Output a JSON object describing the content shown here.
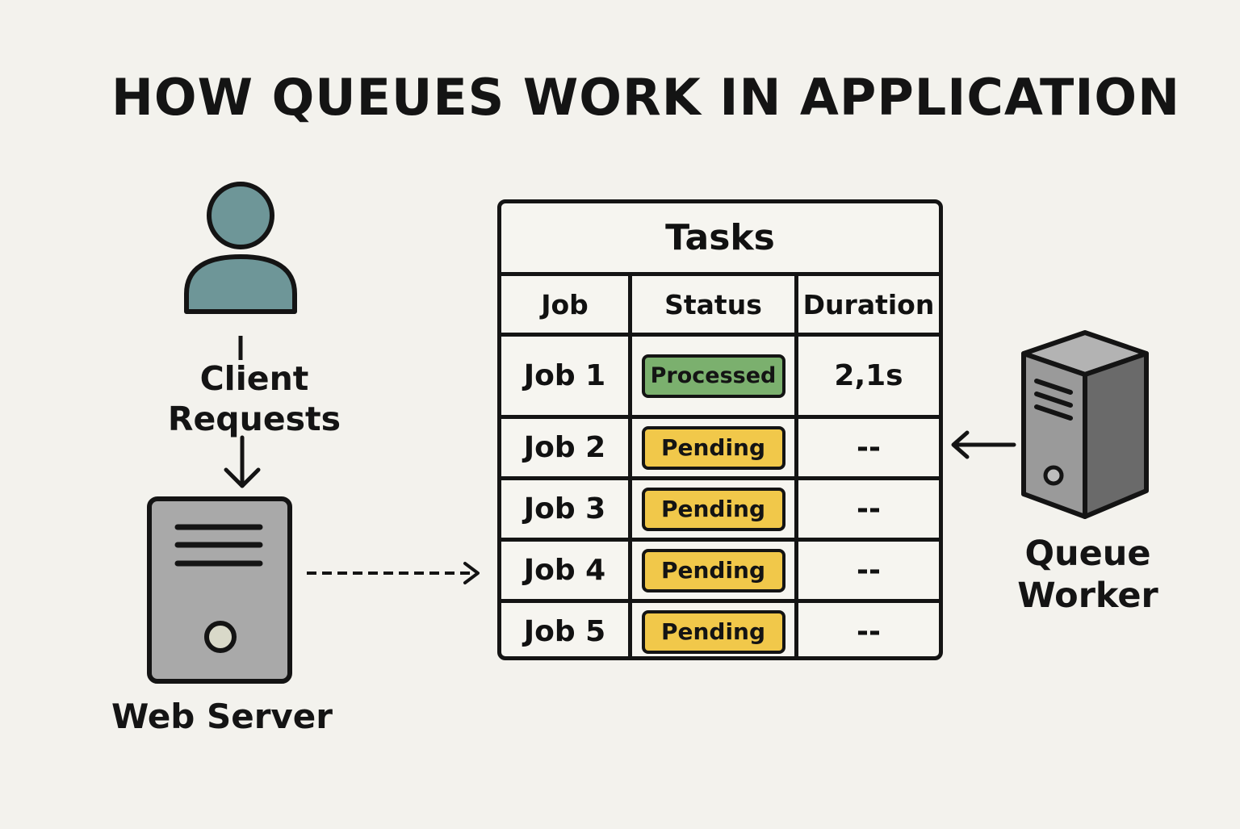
{
  "title": "HOW QUEUES WORK IN APPLICATION",
  "client": {
    "label_line1": "Client",
    "label_line2": "Requests",
    "icon": "user-icon"
  },
  "web_server": {
    "label": "Web Server",
    "icon": "server-icon"
  },
  "queue_worker": {
    "label_line1": "Queue",
    "label_line2": "Worker",
    "icon": "server-tower-icon"
  },
  "tasks": {
    "title": "Tasks",
    "columns": [
      "Job",
      "Status",
      "Duration"
    ],
    "rows": [
      {
        "job": "Job 1",
        "status": "Processed",
        "duration": "2,1s"
      },
      {
        "job": "Job 2",
        "status": "Pending",
        "duration": "--"
      },
      {
        "job": "Job 3",
        "status": "Pending",
        "duration": "--"
      },
      {
        "job": "Job 4",
        "status": "Pending",
        "duration": "--"
      },
      {
        "job": "Job 5",
        "status": "Pending",
        "duration": "--"
      }
    ]
  },
  "colors": {
    "background": "#f3f2ed",
    "user": "#6e9698",
    "server": "#a9a9a9",
    "processed": "#7bb06e",
    "pending": "#f1c84a",
    "outline": "#141414"
  }
}
